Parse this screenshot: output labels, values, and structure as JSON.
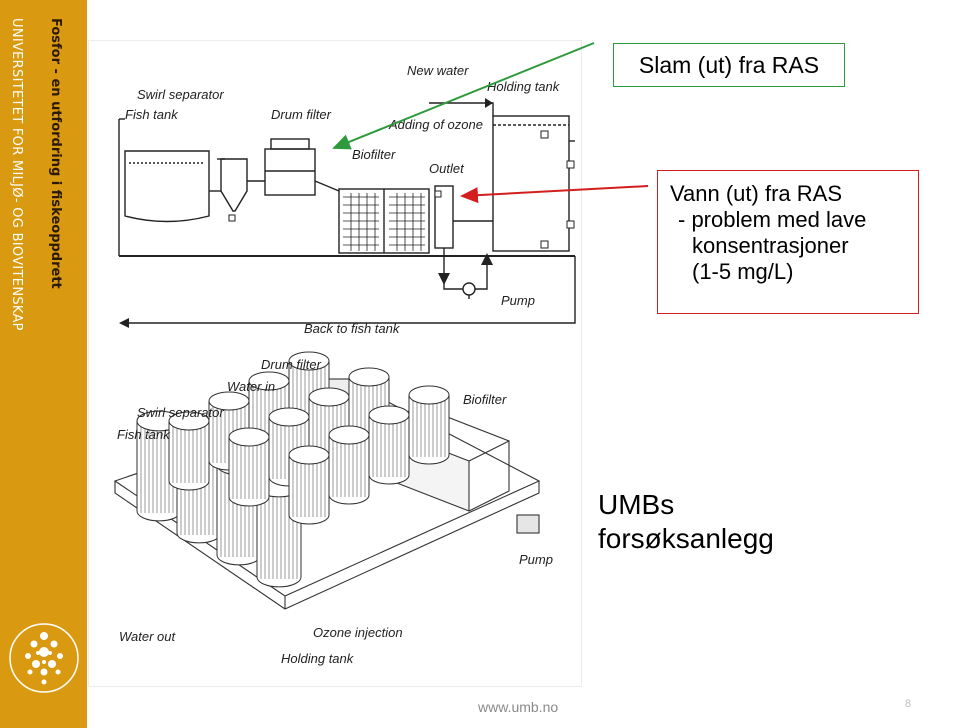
{
  "sidebar": {
    "title": "Fosfor - en utfordring i fiskeoppdrett",
    "institution": "UNIVERSITETET FOR MILJØ- OG BIOVITENSKAP"
  },
  "diagram_top": {
    "labels": {
      "new_water": "New water",
      "holding_tank": "Holding tank",
      "swirl_separator": "Swirl separator",
      "drum_filter": "Drum filter",
      "fish_tank": "Fish tank",
      "adding_ozone": "Adding of ozone",
      "biofilter": "Biofilter",
      "outlet": "Outlet",
      "pump": "Pump",
      "back_to_fish_tank": "Back to fish tank"
    }
  },
  "diagram_bottom": {
    "labels": {
      "drum_filter": "Drum filter",
      "water_in": "Water in",
      "swirl_separator": "Swirl separator",
      "fish_tank": "Fish tank",
      "biofilter": "Biofilter",
      "pump": "Pump",
      "water_out": "Water out",
      "ozone_injection": "Ozone injection",
      "holding_tank": "Holding tank"
    }
  },
  "callouts": {
    "slam": "Slam (ut) fra RAS",
    "vann_line1": "Vann (ut) fra RAS",
    "vann_line2": "- problem med lave",
    "vann_line3": "konsentrasjoner",
    "vann_line4": "(1-5 mg/L)",
    "umbs_line1": "UMBs",
    "umbs_line2": "forsøksanlegg"
  },
  "colors": {
    "sidebar": "#d99a12",
    "green_arrow": "#2e9a3b",
    "red_arrow": "#d21e1e"
  },
  "footer": {
    "url": "www.umb.no",
    "page": "8"
  }
}
